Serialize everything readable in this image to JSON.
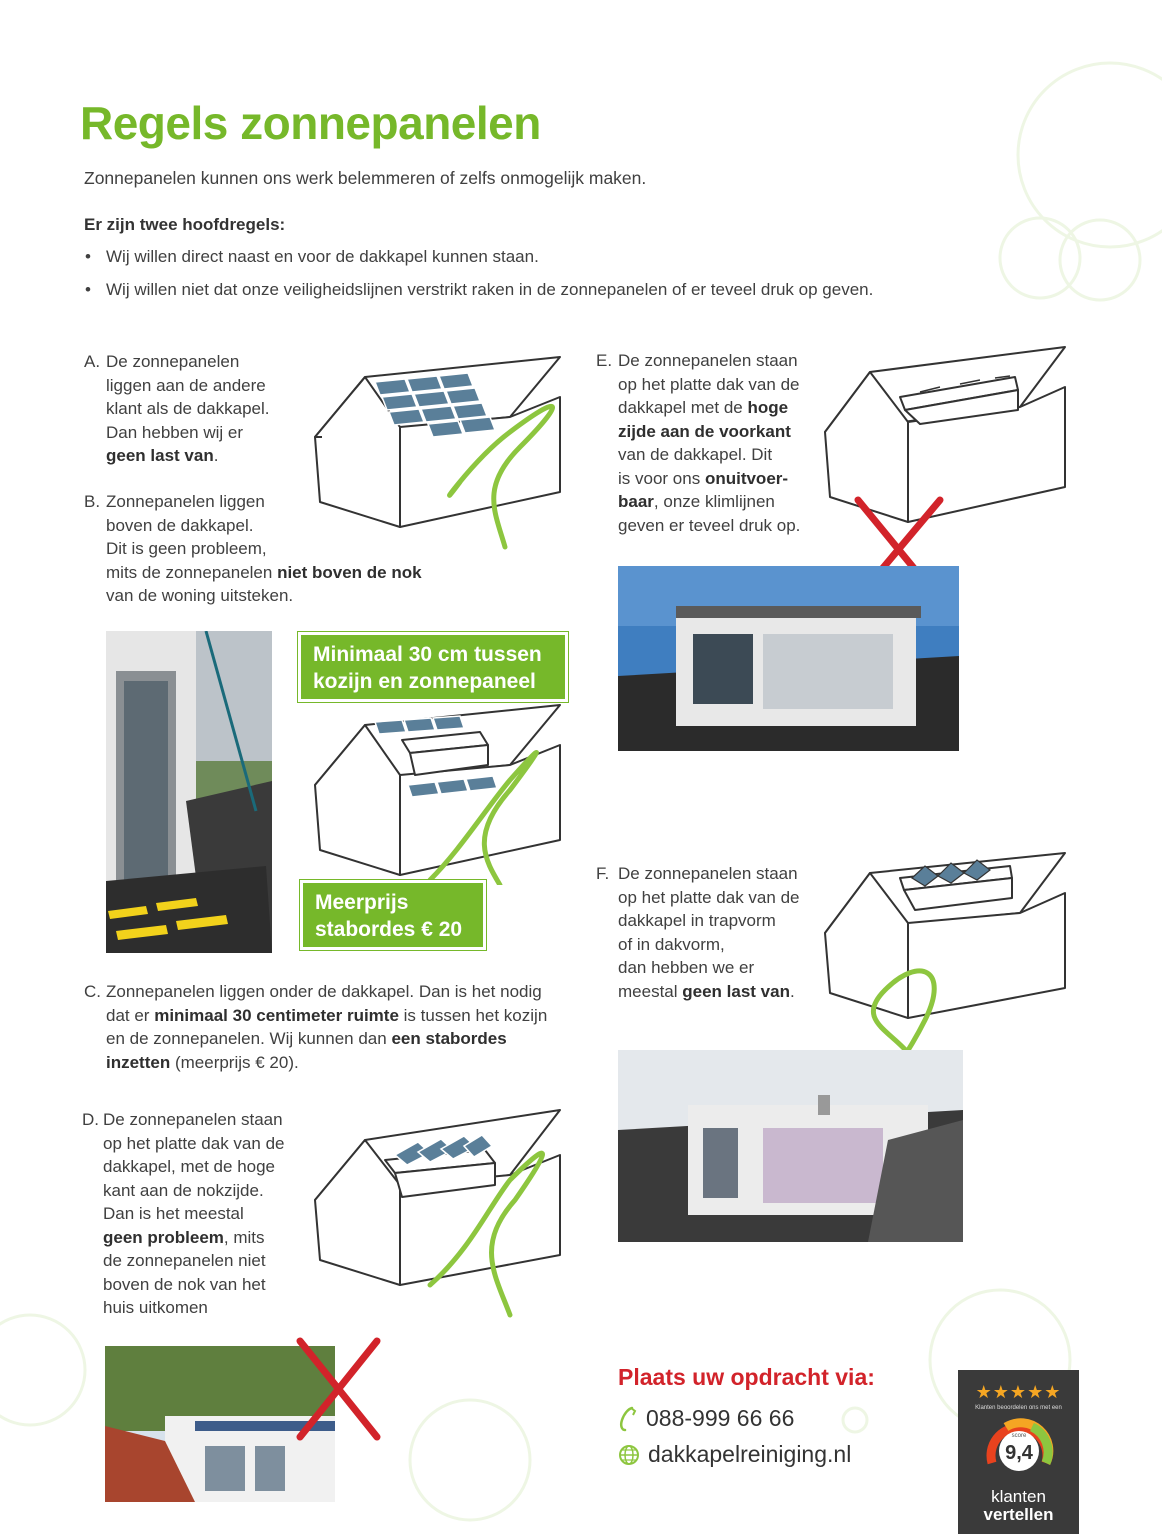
{
  "title": "Regels zonnepanelen",
  "intro": "Zonnepanelen kunnen ons werk belemmeren of zelfs onmogelijk maken.",
  "rules_heading": "Er zijn twee hoofdregels:",
  "rules": [
    "Wij willen direct naast en voor de dakkapel kunnen staan.",
    "Wij willen niet dat onze veiligheidslijnen verstrikt raken in de zonnepanelen of er teveel druk op geven."
  ],
  "items": {
    "a": {
      "letter": "A.",
      "l1": "De zonnepanelen",
      "l2": "liggen aan de andere",
      "l3": "klant als de dakkapel.",
      "l4": "Dan hebben wij er",
      "b5": "geen last van",
      "p5": "."
    },
    "b": {
      "letter": "B.",
      "l1": "Zonnepanelen liggen",
      "l2": "boven de dakkapel.",
      "l3": "Dit is geen probleem,",
      "p4": "mits de zonnepanelen ",
      "b4": "niet boven de nok",
      "l5": "van de woning uitsteken."
    },
    "c": {
      "letter": "C.",
      "l1": "Zonnepanelen liggen onder de dakkapel. Dan is het nodig",
      "p2a": "dat er ",
      "b2": "minimaal 30 centimeter ruimte",
      "p2b": " is tussen het kozijn",
      "p3a": "en de zonnepanelen. Wij kunnen dan ",
      "b3": "een stabordes",
      "b4": "inzetten",
      "p4": " (meerprijs € 20)."
    },
    "d": {
      "letter": "D.",
      "l1": "De zonnepanelen staan",
      "l2": "op het platte dak van de",
      "l3": "dakkapel, met de hoge",
      "l4": "kant aan de nokzijde.",
      "l5": "Dan is het meestal",
      "b6": "geen probleem",
      "p6": ", mits",
      "l7": "de zonnepanelen niet",
      "l8": "boven de nok van het",
      "l9": "huis uitkomen"
    },
    "e": {
      "letter": "E.",
      "l1": "De zonnepanelen staan",
      "l2": "op het platte dak van de",
      "p3": "dakkapel met de ",
      "b3": "hoge",
      "b4": "zijde aan de voorkant",
      "l5": "van de dakkapel. Dit",
      "p6": "is voor ons ",
      "b6": "onuitvoer-",
      "b7": "baar",
      "p7": ", onze klimlijnen",
      "l8": "geven er teveel druk op."
    },
    "f": {
      "letter": "F.",
      "l1": "De zonnepanelen staan",
      "l2": "op het platte dak van de",
      "l3": "dakkapel in trapvorm",
      "l4": "of in dakvorm,",
      "l5": "dan hebben we er",
      "p6": "meestal ",
      "b6": "geen last van",
      "p6b": "."
    }
  },
  "callouts": {
    "space_l1": "Minimaal 30 cm tussen",
    "space_l2": "kozijn en zonnepaneel",
    "price_l1": "Meerprijs",
    "price_l2": "stabordes € 20"
  },
  "contact": {
    "title": "Plaats uw opdracht via:",
    "phone": "088-999 66 66",
    "web": "dakkapelreiniging.nl"
  },
  "badge": {
    "stars": "★★★★★",
    "tagline": "Klanten beoordelen ons met een",
    "score_label": "score",
    "score": "9,4",
    "brand_l1": "klanten",
    "brand_l2": "vertellen"
  },
  "colors": {
    "green": "#76b82a",
    "red": "#d2232a",
    "dark": "#3d3d3d"
  }
}
